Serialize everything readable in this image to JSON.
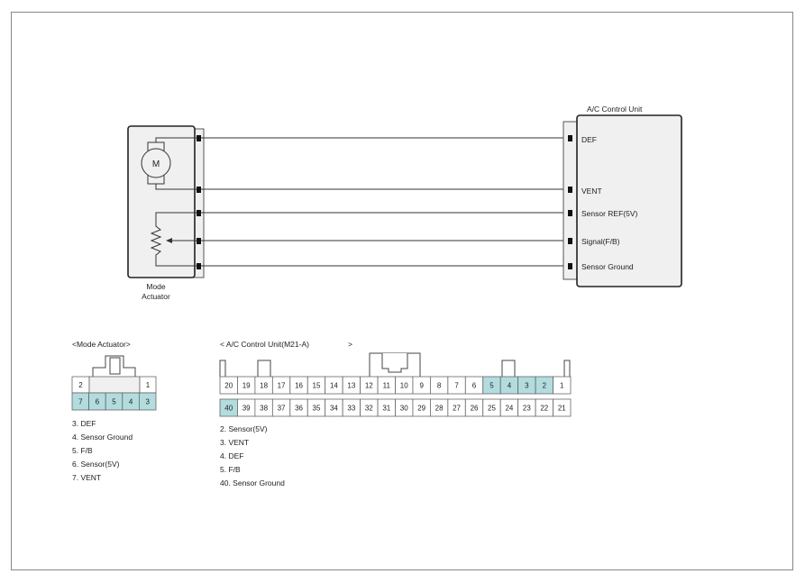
{
  "colors": {
    "accent": "#b3dcdf",
    "box_fill": "#f0f0f0",
    "line": "#333333"
  },
  "actuator": {
    "name_line1": "Mode",
    "name_line2": "Actuator",
    "motor_symbol": "M",
    "icons": [
      "motor-icon",
      "potentiometer-icon"
    ]
  },
  "control_unit": {
    "title": "A/C Control Unit",
    "pins": [
      "DEF",
      "VENT",
      "Sensor REF(5V)",
      "Signal(F/B)",
      "Sensor Ground"
    ]
  },
  "mode_connector": {
    "title": "<Mode Actuator>",
    "top_row": [
      "2",
      "",
      "",
      "",
      "1"
    ],
    "bottom_row": [
      "7",
      "6",
      "5",
      "4",
      "3"
    ],
    "highlighted": [
      "7",
      "6",
      "5",
      "4",
      "3"
    ],
    "legend": [
      "3. DEF",
      "4. Sensor Ground",
      "5. F/B",
      "6. Sensor(5V)",
      "7. VENT"
    ]
  },
  "acu_connector": {
    "title": "< A/C Control Unit(M21-A)",
    "title_end": ">",
    "top_row": [
      "20",
      "19",
      "18",
      "17",
      "16",
      "15",
      "14",
      "13",
      "12",
      "11",
      "10",
      "9",
      "8",
      "7",
      "6",
      "5",
      "4",
      "3",
      "2",
      "1"
    ],
    "bottom_row": [
      "40",
      "39",
      "38",
      "37",
      "36",
      "35",
      "34",
      "33",
      "32",
      "31",
      "30",
      "29",
      "28",
      "27",
      "26",
      "25",
      "24",
      "23",
      "22",
      "21"
    ],
    "highlighted": [
      "5",
      "4",
      "3",
      "2",
      "40"
    ],
    "legend": [
      "2. Sensor(5V)",
      "3. VENT",
      "4. DEF",
      "5. F/B",
      "40. Sensor Ground"
    ]
  }
}
